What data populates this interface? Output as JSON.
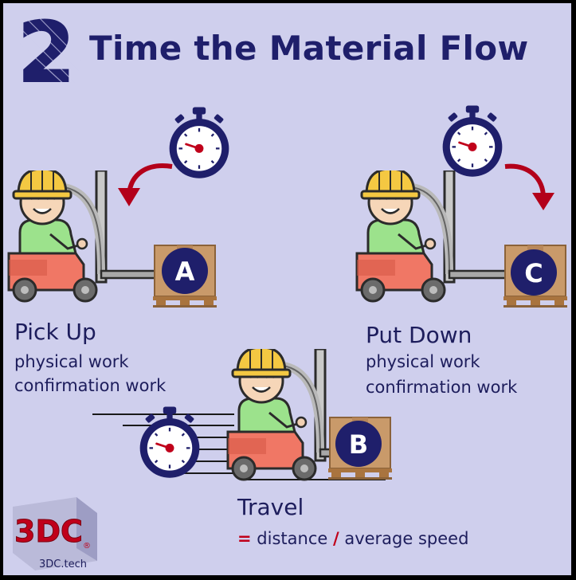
{
  "step_number": "2",
  "title": "Time the Material Flow",
  "stations": {
    "a": {
      "letter": "A",
      "heading": "Pick Up",
      "line1": "physical work",
      "line2": "confirmation work"
    },
    "b": {
      "letter": "B",
      "heading": "Travel",
      "eq": "=",
      "formula_left": "distance",
      "slash": "/",
      "formula_right": "average speed"
    },
    "c": {
      "letter": "C",
      "heading": "Put Down",
      "line1": "physical work",
      "line2": "confirmation work"
    }
  },
  "logo": {
    "mark": "3DC",
    "caption": "3DC.tech",
    "registered": "®"
  },
  "colors": {
    "navy": "#1f1f6b",
    "background": "#cfcfed",
    "red_arrow": "#b3001a",
    "helmet": "#f4c842",
    "forklift": "#f07765"
  }
}
